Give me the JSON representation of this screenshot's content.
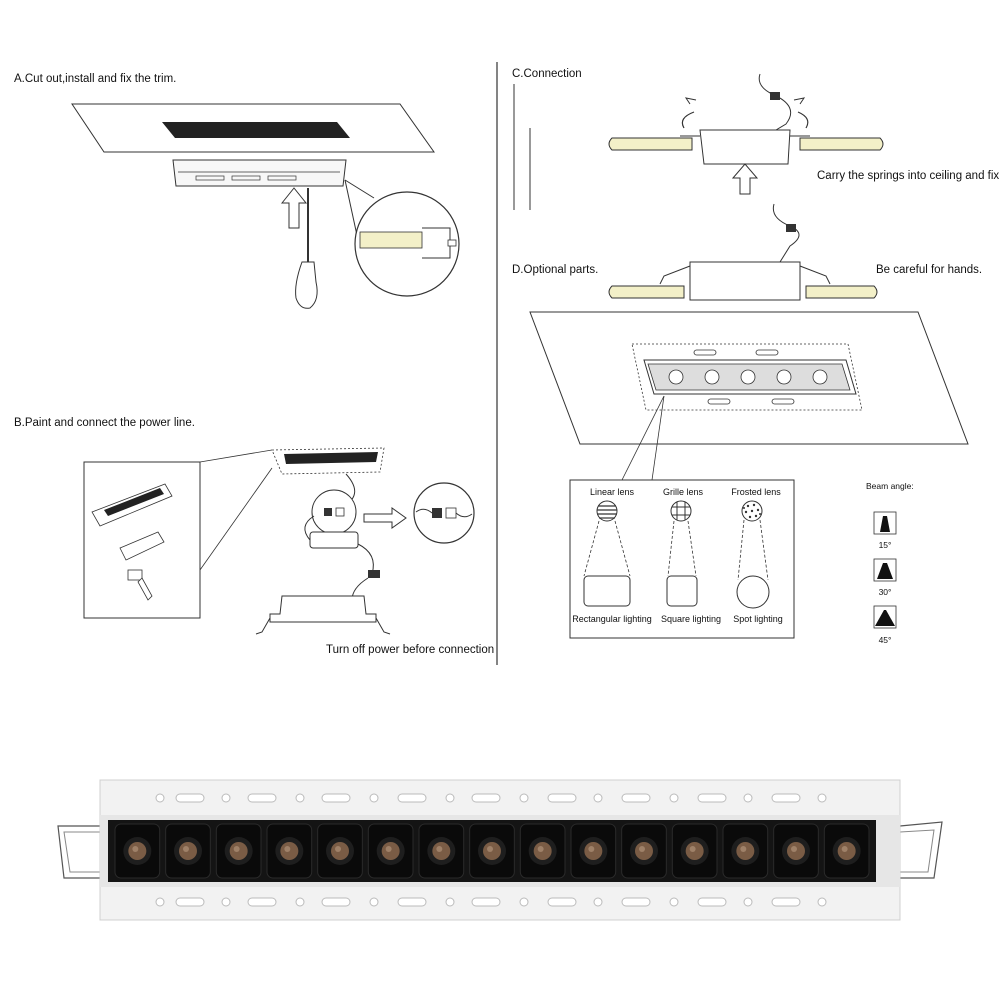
{
  "sections": {
    "a": {
      "title": "A.Cut out,install and fix the trim."
    },
    "b": {
      "title": "B.Paint and connect the power line.",
      "note": "Turn off power before connection"
    },
    "c": {
      "title": "C.Connection",
      "note": "Carry the springs into ceiling and fix."
    },
    "d": {
      "title": "D.Optional parts.",
      "note": "Be careful for hands."
    }
  },
  "lens_panel": {
    "lenses": [
      {
        "name": "Linear lens",
        "result": "Rectangular lighting"
      },
      {
        "name": "Grille lens",
        "result": "Square lighting"
      },
      {
        "name": "Frosted lens",
        "result": "Spot lighting"
      }
    ]
  },
  "beam": {
    "title": "Beam angle:",
    "angles": [
      "15°",
      "30°",
      "45°"
    ]
  },
  "product": {
    "led_count": 15,
    "colors": {
      "housing": "#f2f2f2",
      "reflector": "#141414",
      "led": "#7a5c45"
    }
  }
}
